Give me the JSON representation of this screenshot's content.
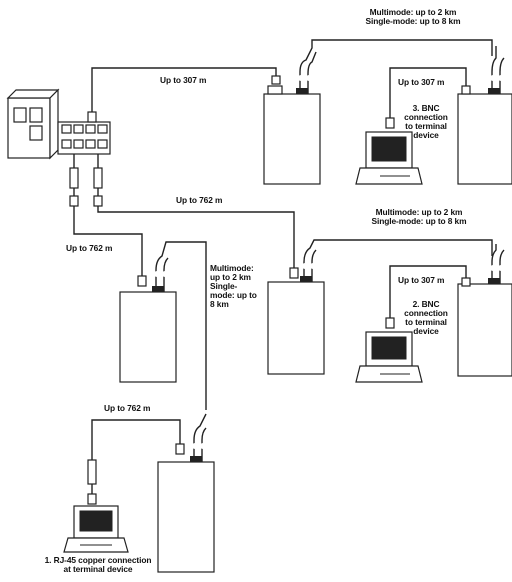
{
  "labels": {
    "top_fiber": [
      "Multimode: up to 2 km",
      "Single-mode: up to 8 km"
    ],
    "top_copper": "Up to 307 m",
    "top_right_copper": "Up to 307 m",
    "bnc3": [
      "3. BNC",
      "connection",
      "to terminal",
      "device"
    ],
    "mid_copper": "Up to 762 m",
    "mid_fiber": [
      "Multimode: up to 2 km",
      "Single-mode: up to 8 km"
    ],
    "left_copper": "Up to 762 m",
    "left_fiber": [
      "Multimode:",
      "up to 2 km",
      "Single-",
      "mode: up to",
      "8 km"
    ],
    "mid_right_copper": "Up to 307 m",
    "bnc2": [
      "2. BNC",
      "connection",
      "to terminal",
      "device"
    ],
    "bottom_copper": "Up to 762 m",
    "rj45": [
      "1. RJ-45 copper connection",
      "at terminal device"
    ]
  }
}
